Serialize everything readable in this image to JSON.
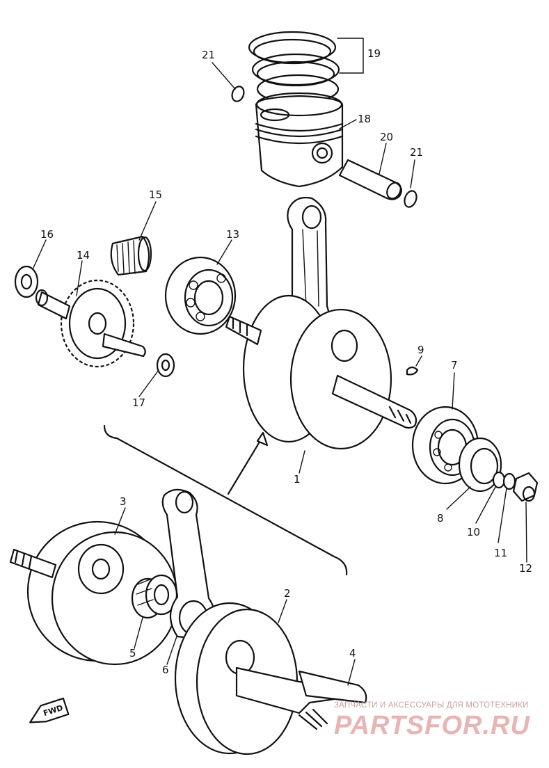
{
  "diagram": {
    "part_labels": [
      "1",
      "2",
      "3",
      "4",
      "5",
      "6",
      "7",
      "8",
      "9",
      "10",
      "11",
      "12",
      "13",
      "14",
      "15",
      "16",
      "17",
      "18",
      "19",
      "20",
      "21",
      "21"
    ],
    "fwd_label": "FWD"
  },
  "watermark": {
    "tagline": "ЗАПЧАСТИ И АКСЕССУАРЫ ДЛЯ МОТОТЕХНИКИ",
    "logo": "PARTSFOR.RU"
  }
}
